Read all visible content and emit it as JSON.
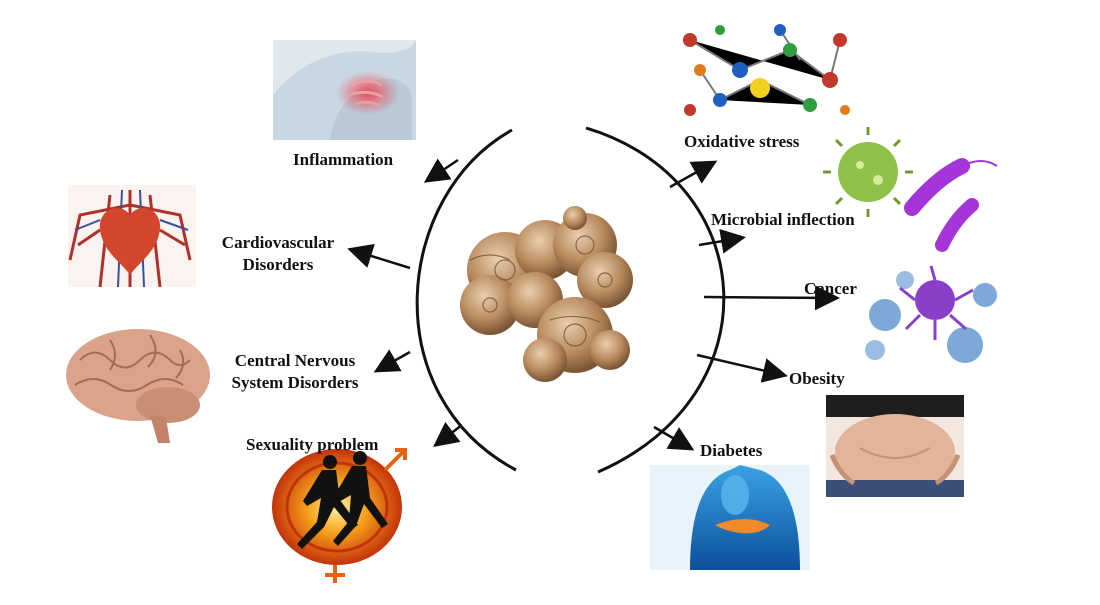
{
  "labels": {
    "inflammation": "Inflammation",
    "cardio_line1": "Cardiovascular",
    "cardio_line2": "Disorders",
    "cns_line1": "Central Nervous",
    "cns_line2": "System Disorders",
    "sexuality": "Sexuality problem",
    "oxidative": "Oxidative stress",
    "microbial": "Microbial inflection",
    "cancer": "Cancer",
    "obesity": "Obesity",
    "diabetes": "Diabetes"
  },
  "icons": {
    "center": "root-herb-icon",
    "inflammation": "inflamed-shoulder-icon",
    "cardio": "heart-vessels-icon",
    "cns": "brain-icon",
    "sexuality": "running-couple-icon",
    "oxidative": "molecule-icon",
    "microbial": "microbe-icon",
    "cancer": "cancer-cell-icon",
    "obesity": "belly-icon",
    "diabetes": "pancreas-icon"
  },
  "colors": {
    "arc": "#111111",
    "arrow": "#111111",
    "herb": "#b8926a",
    "inflammation_glow": "#e8414a",
    "heart": "#c0392b",
    "brain": "#d9a48a",
    "fire": "#e8610f",
    "microbe_green": "#8fc04a",
    "microbe_purple": "#a335d9",
    "cancer_blue": "#7ea8d8",
    "diabetes_blue": "#2f8fd6",
    "skin": "#e2b59a"
  }
}
